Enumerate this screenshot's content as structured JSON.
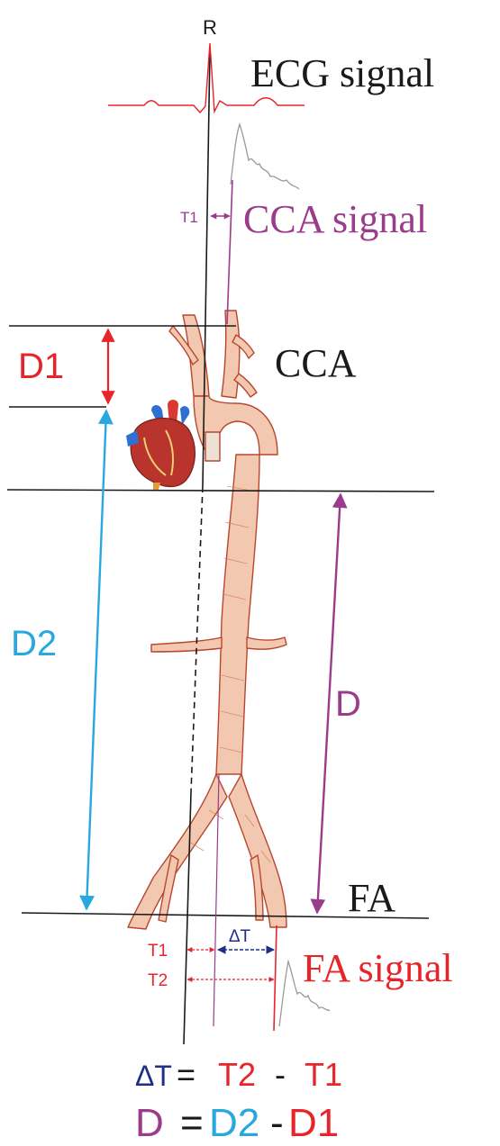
{
  "labels": {
    "r_peak": "R",
    "ecg_signal": "ECG signal",
    "cca_signal": "CCA signal",
    "cca": "CCA",
    "fa": "FA",
    "fa_signal": "FA signal",
    "t1_top": "T1",
    "t1_bottom": "T1",
    "t2_bottom": "T2",
    "delta_t": "ΔT",
    "d1": "D1",
    "d2": "D2",
    "d": "D"
  },
  "formula_1": {
    "lhs": "ΔT",
    "eq": "=",
    "a": "T2",
    "minus": "-",
    "b": "T1"
  },
  "formula_2": {
    "lhs": "D",
    "eq": "=",
    "a": "D2",
    "minus": "-",
    "b": "D1"
  },
  "colors": {
    "black": "#1a1a1a",
    "red": "#e8242b",
    "purple": "#9b3b8c",
    "cyan": "#29a8e0",
    "navy": "#1f2f86",
    "artery_fill": "#f2c9b0",
    "artery_stroke": "#b8462f",
    "signal_gray": "#9a9a9a"
  },
  "icons": {
    "heart": "heart-icon",
    "artery": "aorta-artery-tree-icon"
  }
}
